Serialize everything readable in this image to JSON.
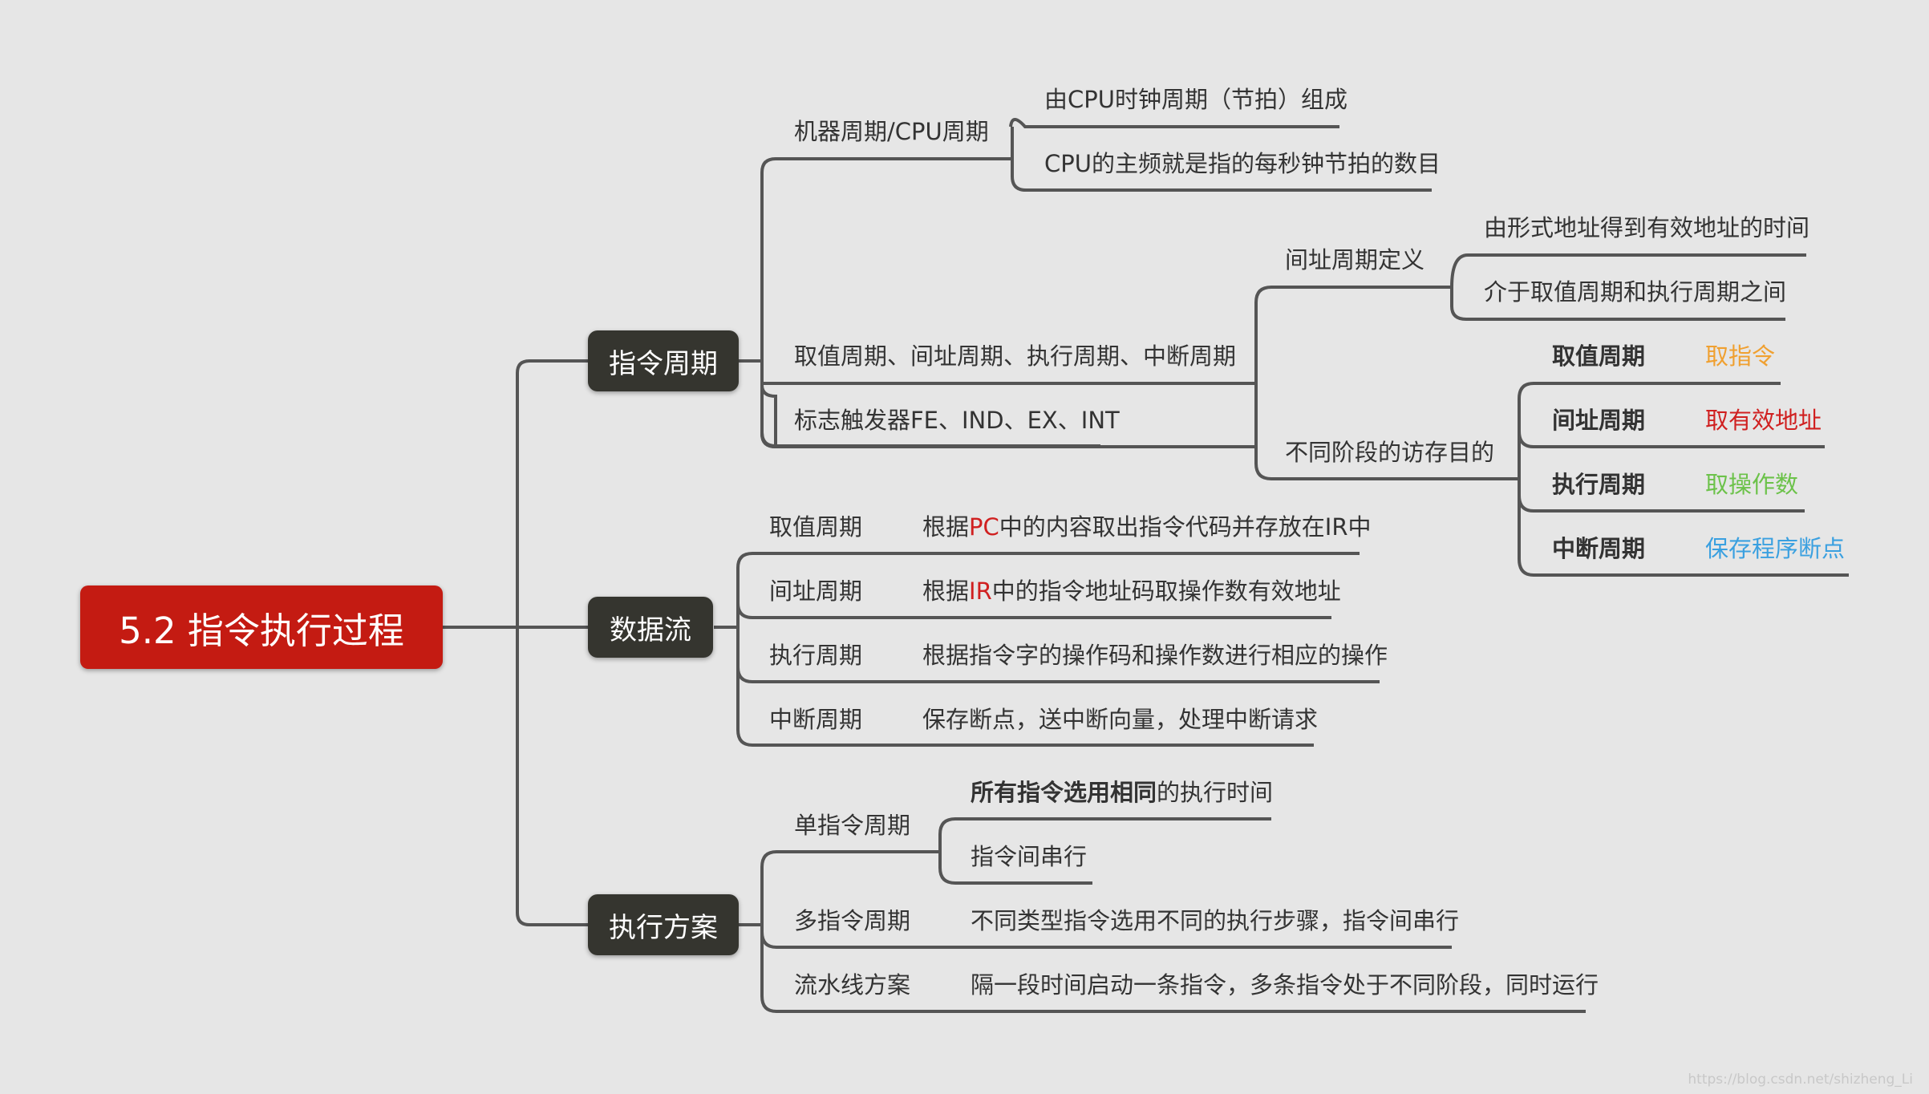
{
  "root": "5.2 指令执行过程",
  "branches": {
    "cycle": {
      "label": "指令周期",
      "machine_cycle": {
        "label": "机器周期/CPU周期",
        "items": [
          "由CPU时钟周期（节拍）组成",
          "CPU的主频就是指的每秒钟节拍的数目"
        ]
      },
      "cycles_list": "取值周期、间址周期、执行周期、中断周期",
      "indirect_def": {
        "label": "间址周期定义",
        "items": [
          "由形式地址得到有效地址的时间",
          "介于取值周期和执行周期之间"
        ]
      },
      "access_purpose": {
        "label": "不同阶段的访存目的",
        "rows": [
          {
            "stage": "取值周期",
            "goal": "取指令",
            "color": "#f0a030"
          },
          {
            "stage": "间址周期",
            "goal": "取有效地址",
            "color": "#d02020"
          },
          {
            "stage": "执行周期",
            "goal": "取操作数",
            "color": "#6cc24a"
          },
          {
            "stage": "中断周期",
            "goal": "保存程序断点",
            "color": "#3aa0e0"
          }
        ]
      },
      "flags": "标志触发器FE、IND、EX、INT"
    },
    "dataflow": {
      "label": "数据流",
      "rows": [
        {
          "stage": "取值周期",
          "pre": "根据",
          "hl": "PC",
          "post": "中的内容取出指令代码并存放在IR中"
        },
        {
          "stage": "间址周期",
          "pre": "根据",
          "hl": "IR",
          "post": "中的指令地址码取操作数有效地址"
        },
        {
          "stage": "执行周期",
          "text": "根据指令字的操作码和操作数进行相应的操作"
        },
        {
          "stage": "中断周期",
          "text": "保存断点，送中断向量，处理中断请求"
        }
      ]
    },
    "scheme": {
      "label": "执行方案",
      "single": {
        "label": "单指令周期",
        "bold": "所有指令选用相同",
        "rest": "的执行时间",
        "item2": "指令间串行"
      },
      "multi": {
        "label": "多指令周期",
        "text": "不同类型指令选用不同的执行步骤，指令间串行"
      },
      "pipeline": {
        "label": "流水线方案",
        "text": "隔一段时间启动一条指令，多条指令处于不同阶段，同时运行"
      }
    }
  },
  "watermark": "https://blog.csdn.net/shizheng_Li",
  "colors": {
    "root": "#c41b12",
    "node": "#35352f",
    "line": "#555555",
    "background": "#e6e6e6"
  }
}
